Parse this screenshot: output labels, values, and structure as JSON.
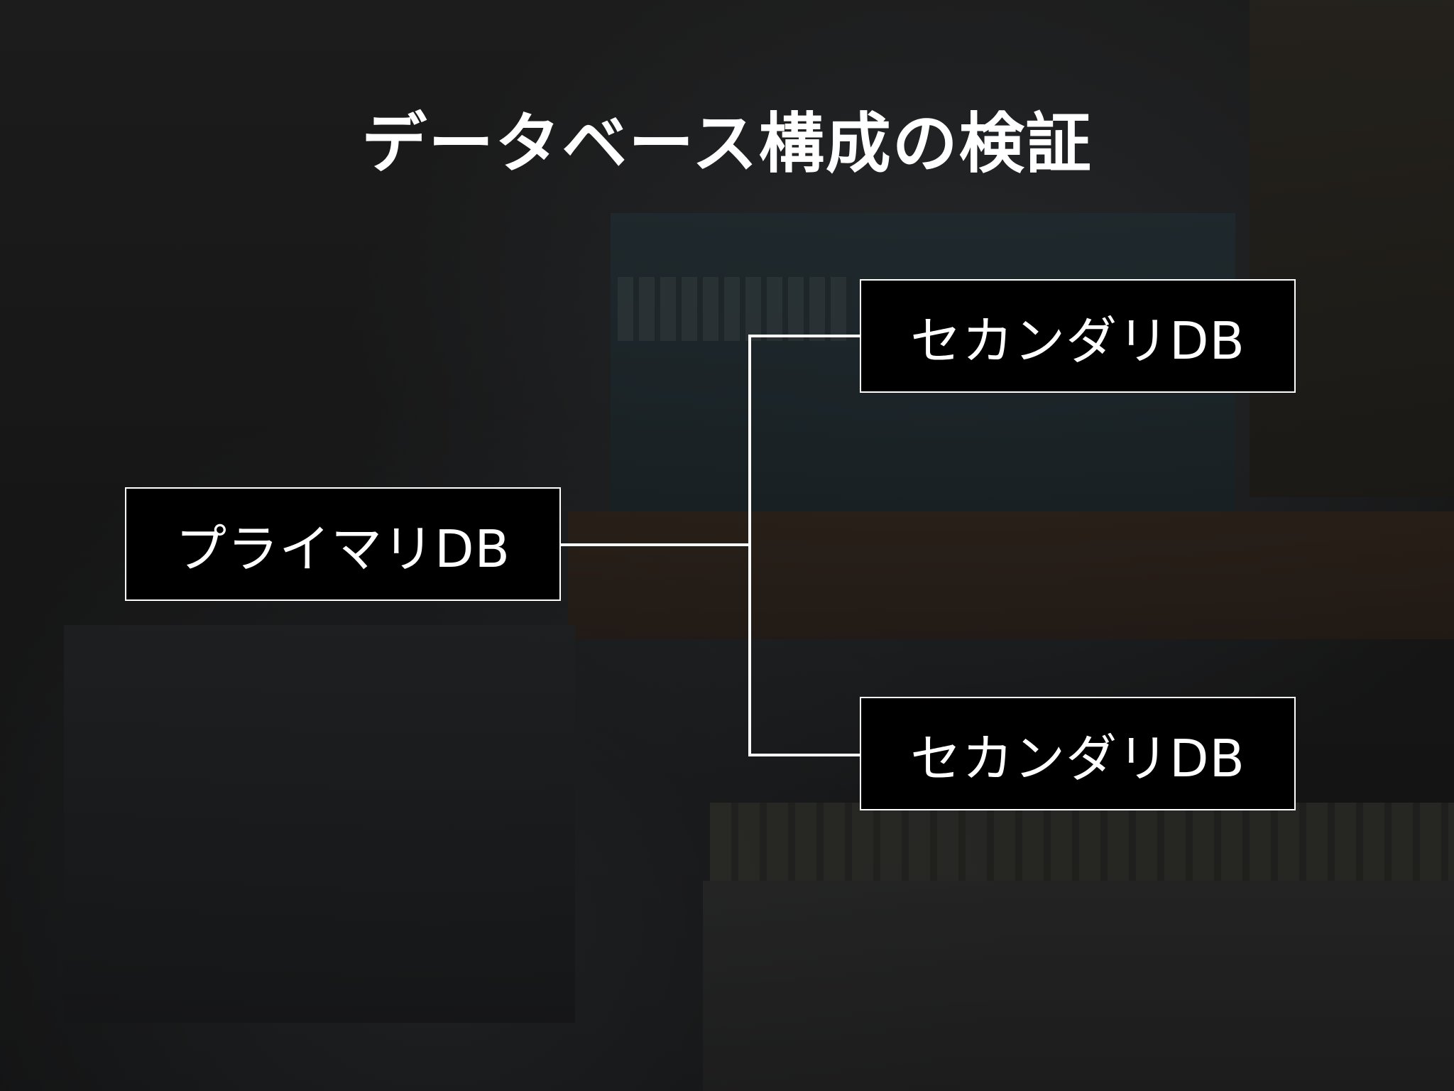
{
  "title": "データベース構成の検証",
  "nodes": {
    "primary": "プライマリDB",
    "secondary_1": "セカンダリDB",
    "secondary_2": "セカンダリDB"
  },
  "colors": {
    "text": "#ffffff",
    "node_fill": "#000000",
    "node_border": "#ffffff",
    "connector": "#ffffff"
  }
}
